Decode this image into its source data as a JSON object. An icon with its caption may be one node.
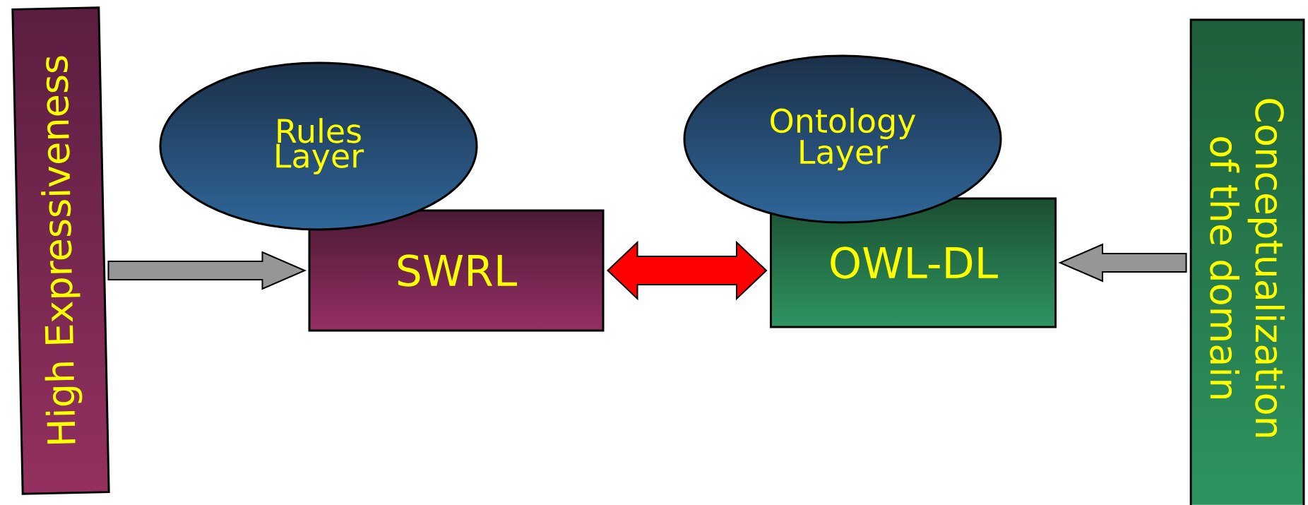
{
  "diagram": {
    "nodes": [
      {
        "text": [
          "High Expressiveness"
        ]
      },
      {
        "text": [
          "Rules Layer"
        ]
      },
      {
        "text": [
          "SWRL"
        ]
      },
      {
        "text": [
          "Ontology Layer"
        ]
      },
      {
        "text": [
          "OWL-DL"
        ]
      },
      {
        "text": [
          "Conceptualization of the domain"
        ]
      }
    ],
    "edges": [
      {
        "from": 0,
        "to": 2,
        "arrow": "to"
      },
      {
        "from": 2,
        "to": 4,
        "arrow": "both",
        "color": "#ff0000"
      },
      {
        "from": 5,
        "to": 4,
        "arrow": "to"
      }
    ]
  }
}
